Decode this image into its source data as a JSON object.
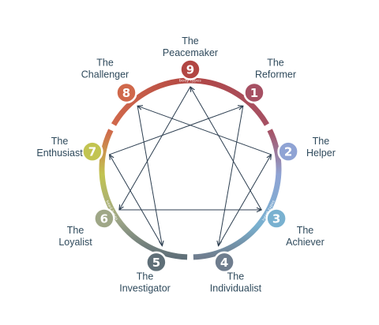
{
  "types": [
    {
      "number": "1",
      "line1": "The",
      "line2": "Reformer",
      "color": "#a65063"
    },
    {
      "number": "2",
      "line1": "The",
      "line2": "Helper",
      "color": "#8fa3d4"
    },
    {
      "number": "3",
      "line1": "The",
      "line2": "Achiever",
      "color": "#79b1d0"
    },
    {
      "number": "4",
      "line1": "The",
      "line2": "Individualist",
      "color": "#6f7d8e"
    },
    {
      "number": "5",
      "line1": "The",
      "line2": "Investigator",
      "color": "#5f6f78"
    },
    {
      "number": "6",
      "line1": "The",
      "line2": "Loyalist",
      "color": "#9fa787"
    },
    {
      "number": "7",
      "line1": "The",
      "line2": "Enthusiast",
      "color": "#c2c451"
    },
    {
      "number": "8",
      "line1": "The",
      "line2": "Challenger",
      "color": "#d0684b"
    },
    {
      "number": "9",
      "line1": "The",
      "line2": "Peacemaker",
      "color": "#b24643"
    }
  ],
  "arc_labels": {
    "head": "head types",
    "heart": "heart types",
    "body": "body types"
  },
  "colors": {
    "text": "#2f4a5c",
    "arrow": "#2c3e50"
  }
}
